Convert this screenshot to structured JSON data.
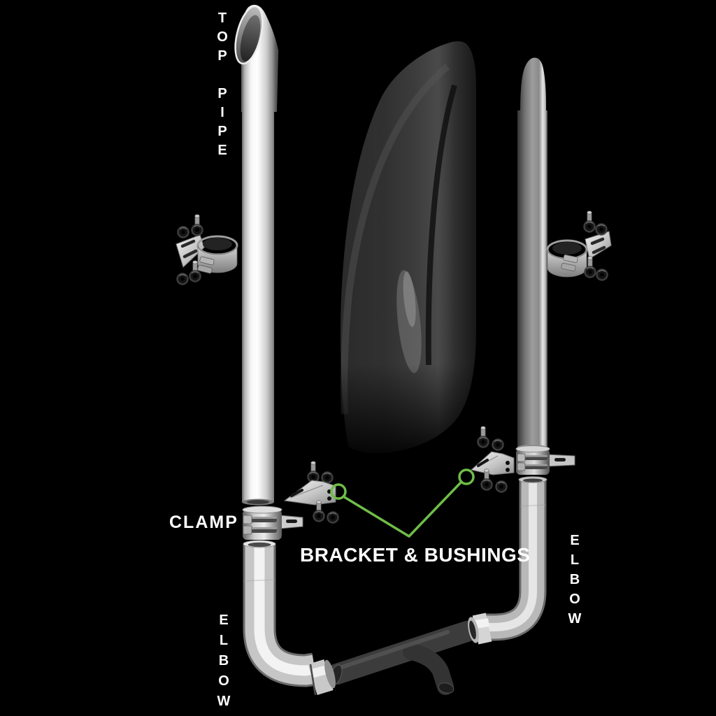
{
  "diagram": {
    "background_color": "#000000",
    "text_color": "#ffffff",
    "callout_color": "#6fbe48",
    "labels": {
      "top_pipe": "TOP PIPE",
      "clamp": "CLAMP",
      "bracket_bushings": "BRACKET & BUSHINGS",
      "elbow_left": "ELBOW",
      "elbow_right": "ELBOW"
    }
  }
}
